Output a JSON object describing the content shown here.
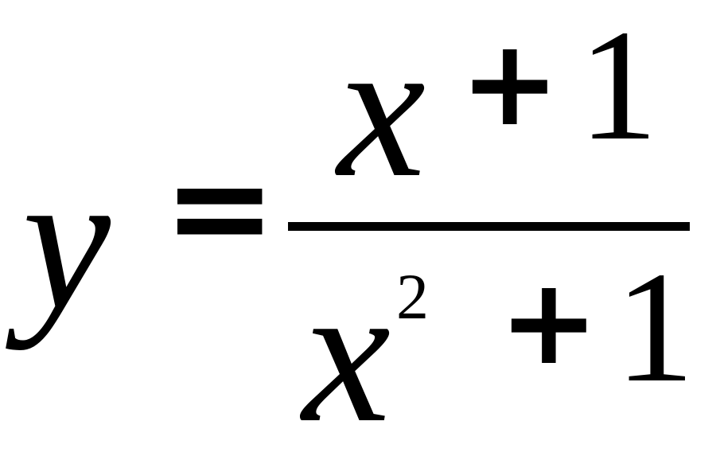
{
  "equation": {
    "lhs": "y",
    "equals": "=",
    "numerator": {
      "var": "x",
      "op": "+",
      "const": "1"
    },
    "denominator": {
      "var": "x",
      "exponent": "2",
      "op": "+",
      "const": "1"
    }
  }
}
